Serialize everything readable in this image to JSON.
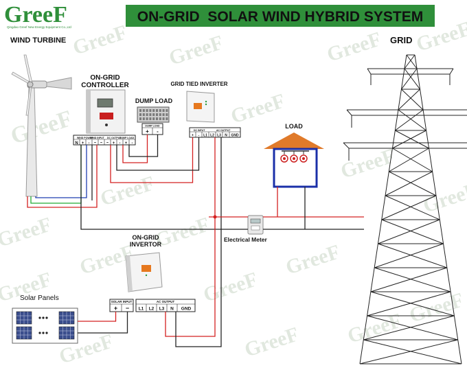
{
  "header": {
    "logo_text": "GreeF",
    "logo_sub": "Qingdao Greef New Energy Equipment Co.,Ltd",
    "title": "ON-GRID  SOLAR WIND HYBRID SYSTEM"
  },
  "labels": {
    "wind_turbine": "WIND TURBINE",
    "grid": "GRID",
    "controller_l1": "ON-GRID",
    "controller_l2": "CONTROLLER",
    "dump_load": "DUMP LOAD",
    "grid_inverter": "GRID TIED INVERTER",
    "load": "LOAD",
    "meter": "Electrical Meter",
    "invertor_l1": "ON-GRID",
    "invertor_l2": "INVERTOR",
    "solar_panels": "Solar Panels"
  },
  "controller_terminals": {
    "wind_power": "WIND POWER",
    "wind_input": "WIND INPUT",
    "dc_output": "DC OUTPUT",
    "dump_load": "DUMP LOAD",
    "pins": [
      "N",
      "+",
      "-",
      "~",
      "~",
      "~",
      "+",
      "-",
      "+",
      "-"
    ]
  },
  "dump_terminals": {
    "label": "DUMP LOAD",
    "pins": [
      "+",
      "-"
    ]
  },
  "grid_inverter_terminals": {
    "dc_input": "DC INPUT",
    "ac_output": "AC OUTPUT",
    "pins": [
      "+",
      "-",
      "L1",
      "L2",
      "L3",
      "N",
      "GND"
    ]
  },
  "invertor_terminals": {
    "solar_input": "SOLAR INPUT",
    "ac_output": "AC OUTPUT",
    "solar_pins": [
      "+",
      "−"
    ],
    "ac_pins": [
      "L1",
      "L2",
      "L3",
      "N",
      "GND"
    ]
  },
  "colors": {
    "title_bar": "#2f8f3a",
    "wire_red": "#d42020",
    "wire_green": "#22aa33",
    "wire_blue": "#1f3fb0",
    "wire_black": "#222222",
    "load_roof": "#e07a2a",
    "load_box": "#1a2fa8",
    "watermark": "#c9d6c6"
  }
}
